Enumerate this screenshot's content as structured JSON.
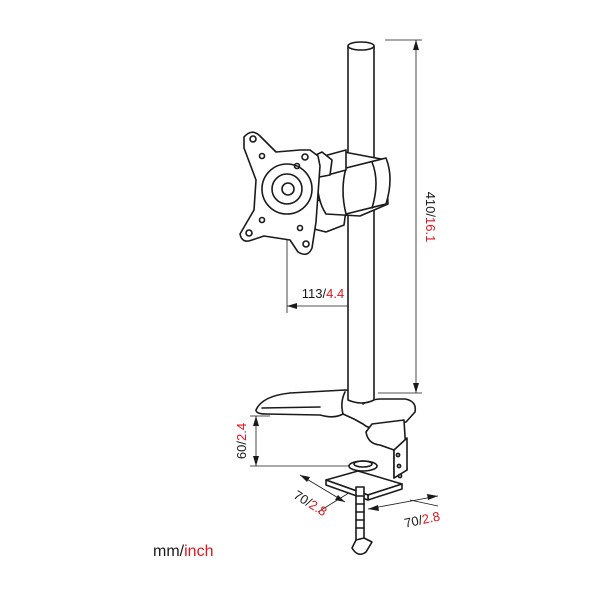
{
  "dimensions": {
    "height": {
      "mm": "410",
      "sep": "/",
      "inch": "16.1"
    },
    "depth": {
      "mm": "113",
      "sep": "/",
      "inch": "4.4"
    },
    "clamp_height": {
      "mm": "60",
      "sep": "/",
      "inch": "2.4"
    },
    "clamp_width": {
      "mm": "70",
      "sep": "/",
      "inch": "2.8"
    },
    "clamp_depth": {
      "mm": "70",
      "sep": "/",
      "inch": "2.8"
    }
  },
  "units_legend": {
    "mm": "mm",
    "sep": "/",
    "inch": "inch"
  },
  "colors": {
    "line": "#1a1a1a",
    "inch_text": "#e0161e"
  }
}
